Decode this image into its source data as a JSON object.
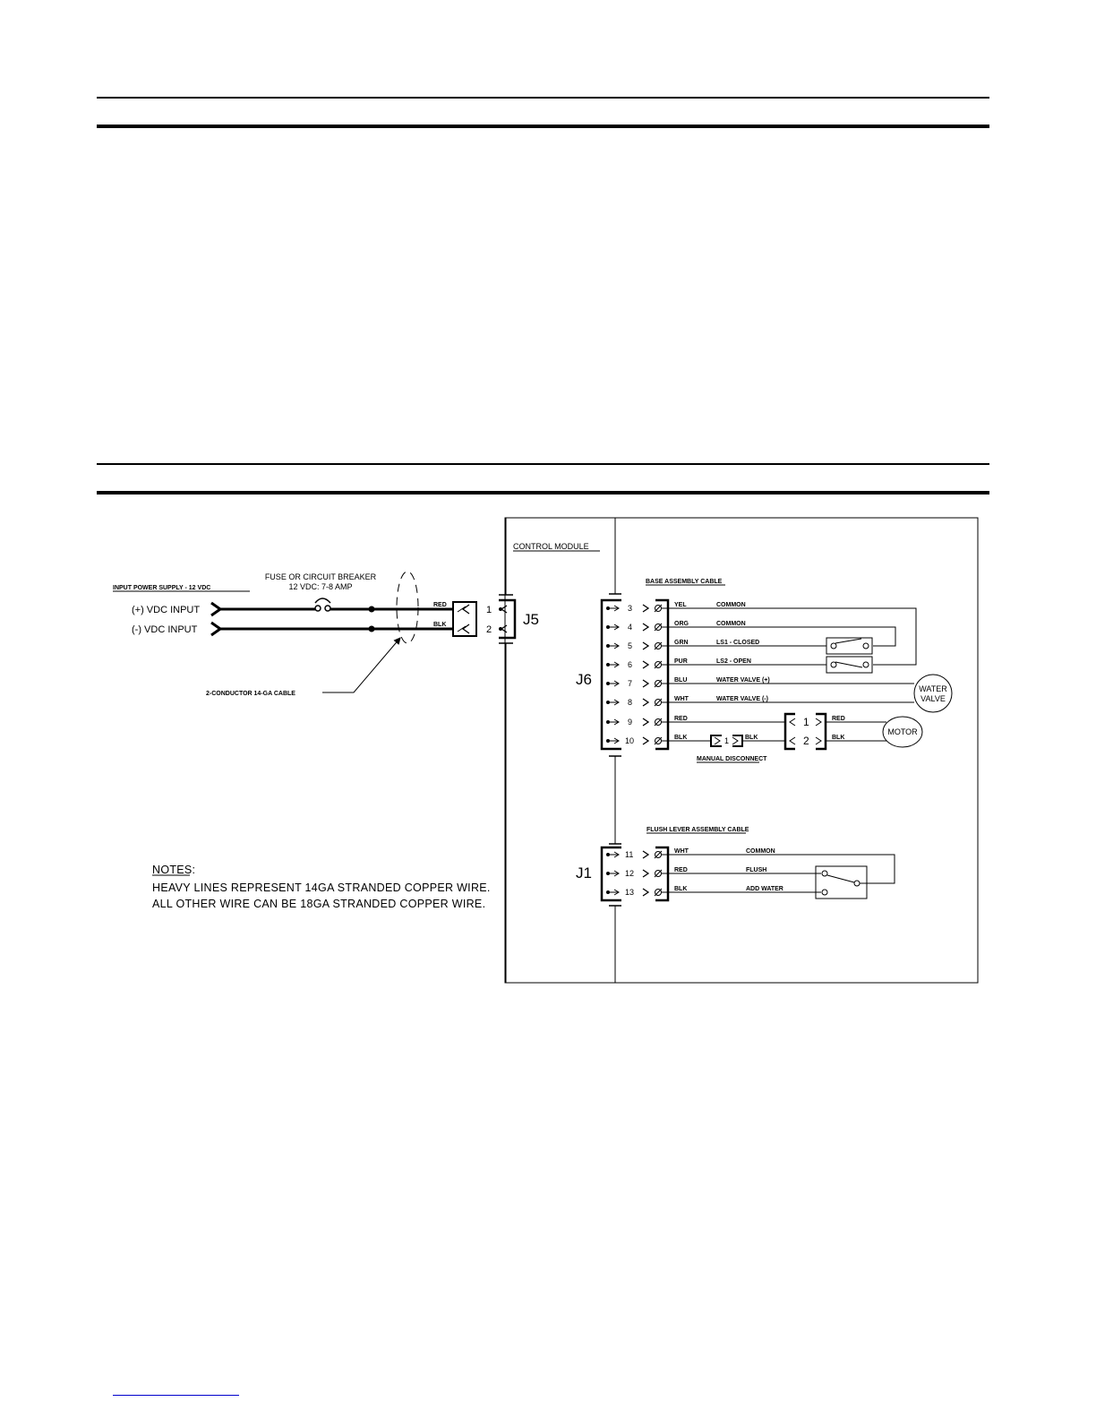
{
  "power": {
    "supply_label": "INPUT POWER SUPPLY - 12 VDC",
    "pos_input": "(+) VDC INPUT",
    "neg_input": "(-) VDC INPUT",
    "fuse_line1": "FUSE OR CIRCUIT BREAKER",
    "fuse_line2": "12 VDC: 7-8 AMP",
    "cable_label": "2-CONDUCTOR 14-GA CABLE",
    "wire_red": "RED",
    "wire_blk": "BLK"
  },
  "module": {
    "title": "CONTROL MODULE",
    "j5": {
      "name": "J5",
      "pins": [
        "1",
        "2"
      ]
    },
    "j6": {
      "name": "J6",
      "cable": "BASE ASSEMBLY CABLE"
    },
    "j1": {
      "name": "J1",
      "cable": "FLUSH LEVER ASSEMBLY CABLE"
    }
  },
  "j6_pins": [
    {
      "pin": "3",
      "color": "YEL",
      "label": "COMMON"
    },
    {
      "pin": "4",
      "color": "ORG",
      "label": "COMMON"
    },
    {
      "pin": "5",
      "color": "GRN",
      "label": "LS1 - CLOSED"
    },
    {
      "pin": "6",
      "color": "PUR",
      "label": "LS2 - OPEN"
    },
    {
      "pin": "7",
      "color": "BLU",
      "label": "WATER VALVE (+)"
    },
    {
      "pin": "8",
      "color": "WHT",
      "label": "WATER VALVE (-)"
    },
    {
      "pin": "9",
      "color": "RED",
      "label": ""
    },
    {
      "pin": "10",
      "color": "BLK",
      "label": ""
    }
  ],
  "j1_pins": [
    {
      "pin": "11",
      "color": "WHT",
      "label": "COMMON"
    },
    {
      "pin": "12",
      "color": "RED",
      "label": "FLUSH"
    },
    {
      "pin": "13",
      "color": "BLK",
      "label": "ADD WATER"
    }
  ],
  "devices": {
    "water_valve_l1": "WATER",
    "water_valve_l2": "VALVE",
    "motor": "MOTOR",
    "motor_pin1": "1",
    "motor_pin2": "2",
    "motor_red": "RED",
    "motor_blk": "BLK",
    "disconnect_pin": "1",
    "disconnect_blk": "BLK",
    "disconnect_label": "MANUAL DISCONNECT"
  },
  "notes": {
    "heading": "NOTES:",
    "line1": "HEAVY LINES REPRESENT 14GA STRANDED COPPER WIRE.",
    "line2": "ALL OTHER WIRE CAN BE 18GA STRANDED COPPER WIRE."
  }
}
